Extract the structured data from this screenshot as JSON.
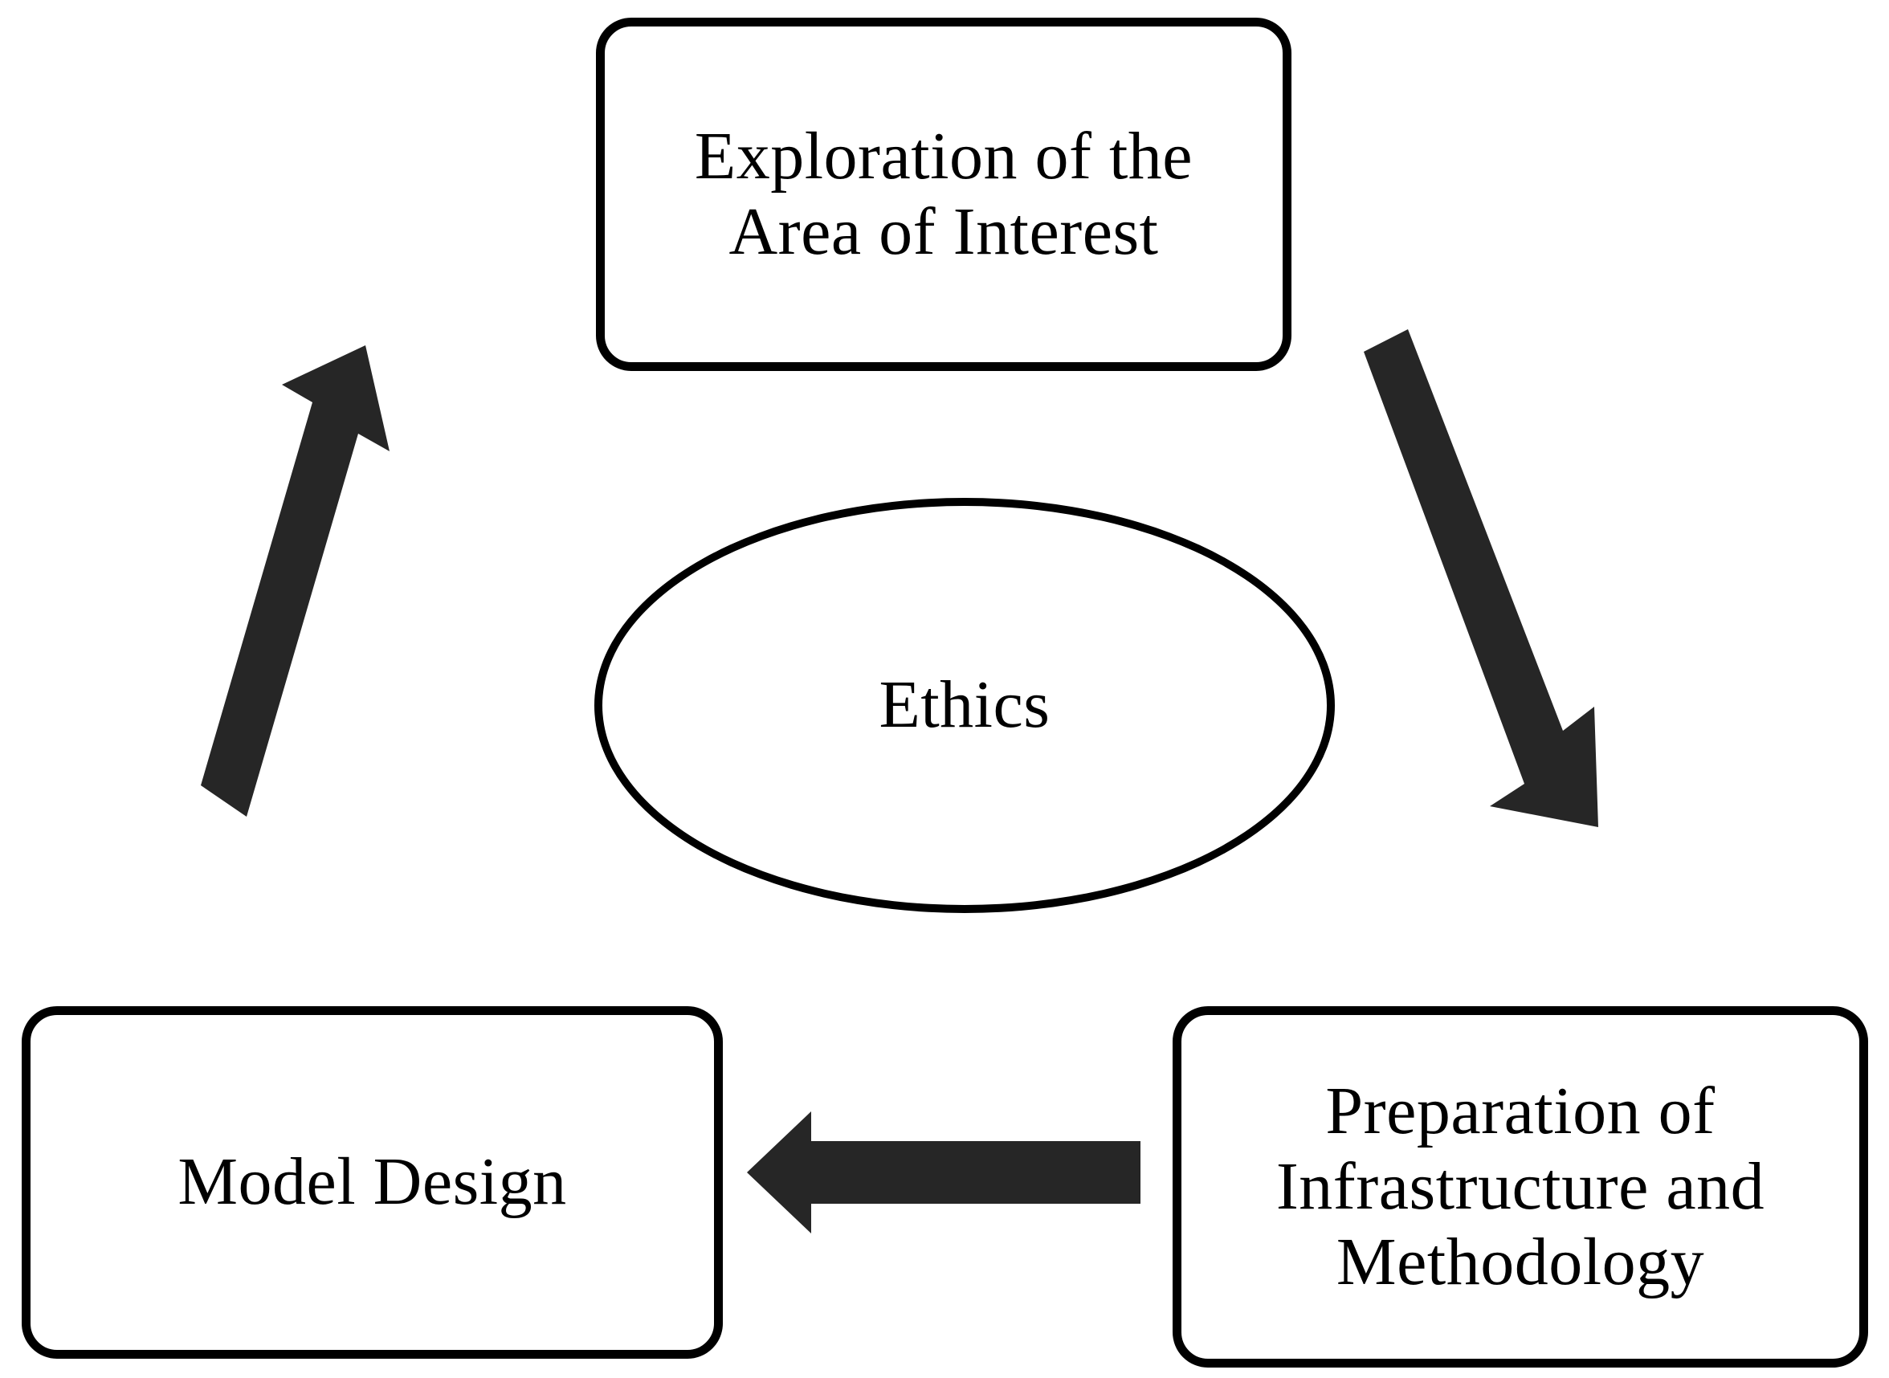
{
  "diagram": {
    "title": "Research Process Cycle with Ethics at Center",
    "background_color": "#ffffff",
    "node_border_color": "#000000",
    "arrow_color": "#262626",
    "text_color": "#000000"
  },
  "nodes": {
    "exploration": {
      "id": "exploration-of-the-area-of-interest",
      "shape": "rounded-rectangle",
      "label": "Exploration of the\nArea of Interest",
      "line_1": "Exploration of the",
      "line_2": "Area of Interest"
    },
    "model_design": {
      "id": "model-design",
      "shape": "rounded-rectangle",
      "label": "Model Design",
      "line_1": "Model Design"
    },
    "preparation": {
      "id": "preparation-of-infrastructure-and-methodology",
      "shape": "rounded-rectangle",
      "label": "Preparation of\nInfrastructure and\nMethodology",
      "line_1": "Preparation of",
      "line_2": "Infrastructure and",
      "line_3": "Methodology"
    },
    "ethics": {
      "id": "ethics",
      "shape": "ellipse",
      "label": "Ethics"
    }
  },
  "arrows": [
    {
      "id": "arrow-model-design-to-exploration",
      "direction": "up-right",
      "from": "model-design",
      "to": "exploration-of-the-area-of-interest",
      "color": "#262626"
    },
    {
      "id": "arrow-exploration-to-preparation",
      "direction": "down-right",
      "from": "exploration-of-the-area-of-interest",
      "to": "preparation-of-infrastructure-and-methodology",
      "color": "#262626"
    },
    {
      "id": "arrow-preparation-to-model-design",
      "direction": "left",
      "from": "preparation-of-infrastructure-and-methodology",
      "to": "model-design",
      "color": "#262626"
    }
  ]
}
